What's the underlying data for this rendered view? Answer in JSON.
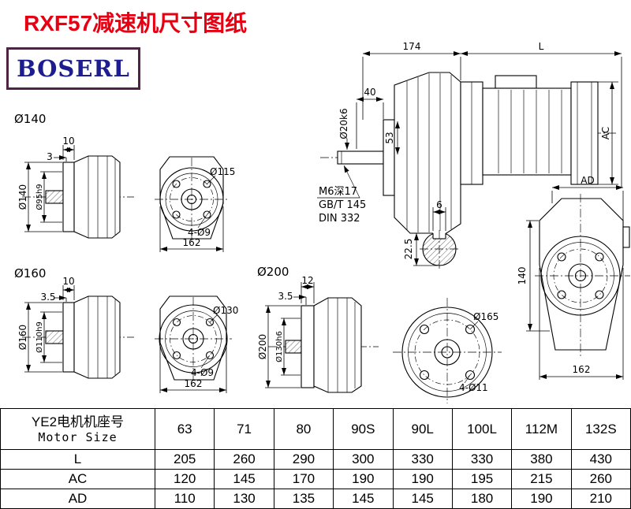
{
  "page": {
    "title": "RXF57减速机尺寸图纸",
    "logo_text": "BOSERL"
  },
  "colors": {
    "title_red": "#e60012",
    "logo_text_navy": "#1d1d8f",
    "logo_border_maroon": "#4e2445",
    "line_black": "#000000"
  },
  "views": {
    "flange140": {
      "label": "Ø140",
      "dims": {
        "flange_thickness": "10",
        "spigot_depth": "3",
        "outer_dia": "Ø140",
        "spigot_dia": "Ø95h9",
        "bolt_circle_dia": "Ø115",
        "holes": "4-Ø9",
        "width": "162"
      }
    },
    "flange160": {
      "label": "Ø160",
      "dims": {
        "flange_thickness": "10",
        "spigot_depth": "3.5",
        "outer_dia": "Ø160",
        "spigot_dia": "Ø110h9",
        "bolt_circle_dia": "Ø130",
        "holes": "4-Ø9",
        "width": "162"
      }
    },
    "flange200": {
      "label": "Ø200",
      "dims": {
        "flange_thickness": "12",
        "spigot_depth": "3.5",
        "outer_dia": "Ø200",
        "spigot_dia": "Ø130h6",
        "bolt_circle_dia": "Ø165",
        "holes": "4-Ø11"
      }
    },
    "main": {
      "dims": {
        "gearbox_length": "174",
        "motor_length": "L",
        "shaft_length": "40",
        "shaft_dia": "Ø20k6",
        "center_height": "53",
        "motor_height": "AC",
        "thread_note": "M6深17",
        "thread_std_gb": "GB/T 145",
        "thread_std_din": "DIN 332",
        "key_width": "6",
        "key_height": "22.5",
        "motor_width": "AD",
        "flange_height": "140",
        "flange_width": "162"
      }
    }
  },
  "table": {
    "header_line1": "YE2电机机座号",
    "header_line2": "Motor Size",
    "sizes": [
      "63",
      "71",
      "80",
      "90S",
      "90L",
      "100L",
      "112M",
      "132S"
    ],
    "rows": [
      {
        "label": "L",
        "values": [
          "205",
          "260",
          "290",
          "300",
          "330",
          "330",
          "380",
          "430"
        ]
      },
      {
        "label": "AC",
        "values": [
          "120",
          "145",
          "170",
          "190",
          "190",
          "195",
          "215",
          "260"
        ]
      },
      {
        "label": "AD",
        "values": [
          "110",
          "130",
          "135",
          "145",
          "145",
          "180",
          "190",
          "210"
        ]
      }
    ]
  }
}
